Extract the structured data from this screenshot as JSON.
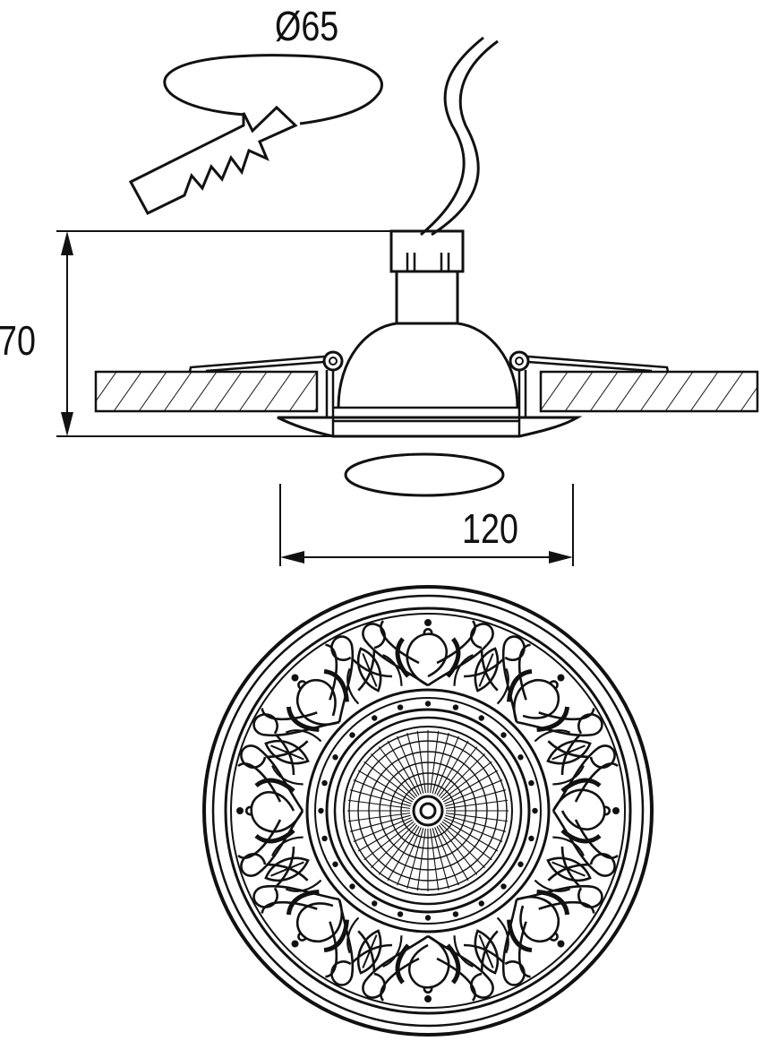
{
  "dimensions": {
    "cutout_diameter": "Ø65",
    "height": "70",
    "width": "120"
  },
  "colors": {
    "line": "#111111",
    "background": "#ffffff"
  }
}
